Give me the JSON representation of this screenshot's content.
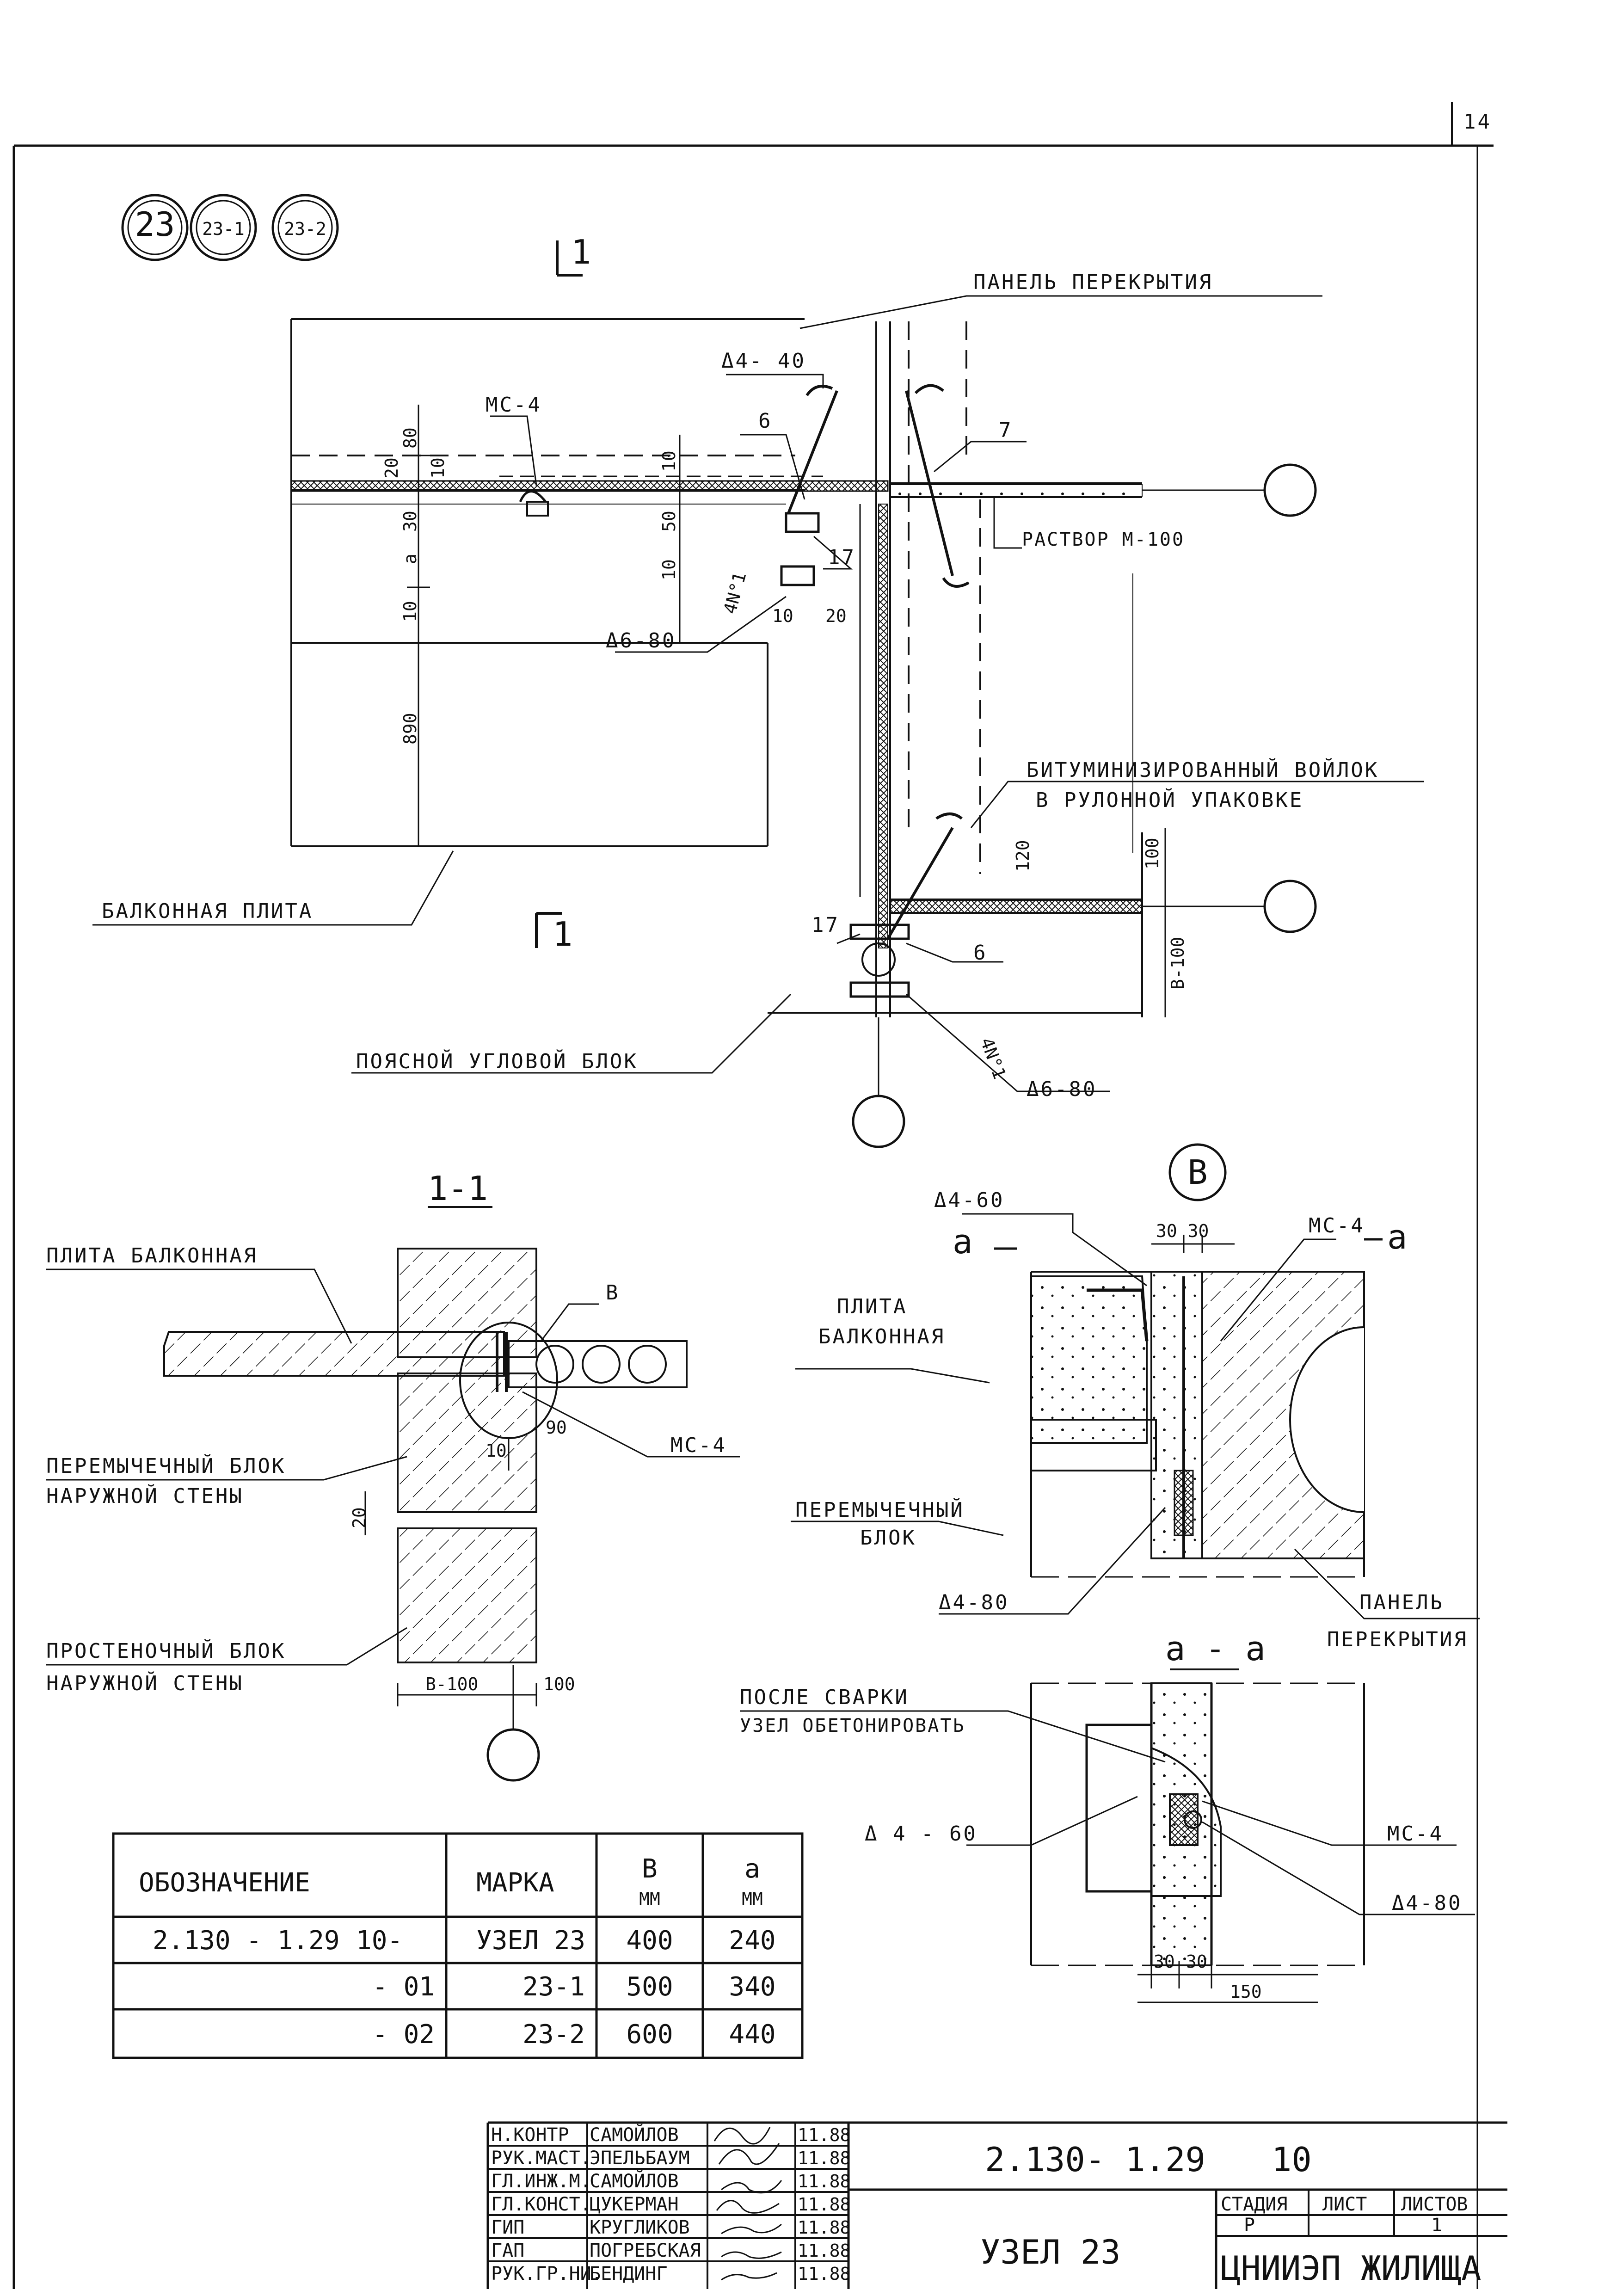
{
  "sheet": {
    "page_number": "14"
  },
  "node_badges": [
    "23",
    "23-1",
    "23-2"
  ],
  "section_marks": {
    "cut_top": "1",
    "cut_bottom": "1"
  },
  "labels": {
    "panel_floor": "ПАНЕЛЬ ПЕРЕКРЫТИЯ",
    "d4_40": "Δ4- 40",
    "ms4": "МС-4",
    "n6": "6",
    "n7": "7",
    "n17": "17",
    "mortar": "РАСТВОР М-100",
    "d6_80": "Δ6-80",
    "felt_1": "БИТУМИНИЗИРОВАННЫЙ ВОЙЛОК",
    "felt_2": "В РУЛОННОЙ УПАКОВКЕ",
    "balcony_slab": "БАЛКОННАЯ ПЛИТА",
    "belt_block": "ПОЯСНОЙ УГЛОВОЙ БЛОК",
    "bar_4n1": "4N°1",
    "b_minus_100": "В-100"
  },
  "dims_plan": [
    "80",
    "20",
    "10",
    "30",
    "10",
    "50",
    "a",
    "10",
    "10",
    "890",
    "10",
    "20",
    "120",
    "100"
  ],
  "section_11": {
    "title": "1-1",
    "slab": "ПЛИТА БАЛКОННАЯ",
    "callout": "В",
    "lintel_1": "ПЕРЕМЫЧЕЧНЫЙ БЛОК",
    "lintel_2": "НАРУЖНОЙ СТЕНЫ",
    "pier_1": "ПРОСТЕНОЧНЫЙ БЛОК",
    "pier_2": "НАРУЖНОЙ СТЕНЫ",
    "ms4": "МС-4",
    "dim_10": "10",
    "dim_90": "90",
    "dim_20": "20",
    "dim_b100": "В-100",
    "dim_100": "100"
  },
  "detail_b": {
    "badge": "В",
    "d4_60": "Δ4-60",
    "cut_a": "a",
    "dim_30_30": "30 30",
    "ms4": "МС-4",
    "slab_1": "ПЛИТА",
    "slab_2": "БАЛКОННАЯ",
    "lintel_1": "ПЕРЕМЫЧЕЧНЫЙ",
    "lintel_2": "БЛОК",
    "d4_80": "Δ4-80",
    "panel_1": "ПАНЕЛЬ",
    "panel_2": "ПЕРЕКРЫТИЯ"
  },
  "section_aa": {
    "title": "a - a",
    "note_1": "ПОСЛЕ СВАРКИ",
    "note_2": "УЗЕЛ ОБЕТОНИРОВАТЬ",
    "d4_60": "Δ 4 - 60",
    "ms4": "МС-4",
    "d4_80": "Δ4-80",
    "dim_30a": "30",
    "dim_30b": "30",
    "dim_150": "150"
  },
  "spec_table": {
    "headers": [
      "ОБОЗНАЧЕНИЕ",
      "МАРКА",
      "В",
      "a"
    ],
    "units": [
      "",
      "",
      "ММ",
      "ММ"
    ],
    "rows": [
      [
        "2.130 - 1.29",
        "10-",
        "УЗЕЛ 23",
        "400",
        "240"
      ],
      [
        "",
        "- 01",
        "23-1",
        "500",
        "340"
      ],
      [
        "",
        "- 02",
        "23-2",
        "600",
        "440"
      ]
    ]
  },
  "title_block": {
    "signatures": [
      {
        "role": "Н.КОНТР",
        "name": "САМОЙЛОВ",
        "date": "11.88"
      },
      {
        "role": "РУК.МАСТ.",
        "name": "ЭПЕЛЬБАУМ",
        "date": "11.88"
      },
      {
        "role": "ГЛ.ИНЖ.М.",
        "name": "САМОЙЛОВ",
        "date": "11.88"
      },
      {
        "role": "ГЛ.КОНСТ.",
        "name": "ЦУКЕРМАН",
        "date": "11.88"
      },
      {
        "role": "ГИП",
        "name": "КРУГЛИКОВ",
        "date": "11.88"
      },
      {
        "role": "ГАП",
        "name": "ПОГРЕБСКАЯ",
        "date": "11.88"
      },
      {
        "role": "РУК.ГР.НИ.",
        "name": "БЕНДИНГ",
        "date": "11.88"
      }
    ],
    "doc_code": "2.130- 1.29",
    "doc_num": "10",
    "doc_title": "УЗЕЛ 23",
    "stage_header": "СТАДИЯ",
    "sheet_header": "ЛИСТ",
    "sheets_header": "ЛИСТОВ",
    "stage": "Р",
    "sheets": "1",
    "org": "ЦНИИЭП ЖИЛИЩА"
  }
}
